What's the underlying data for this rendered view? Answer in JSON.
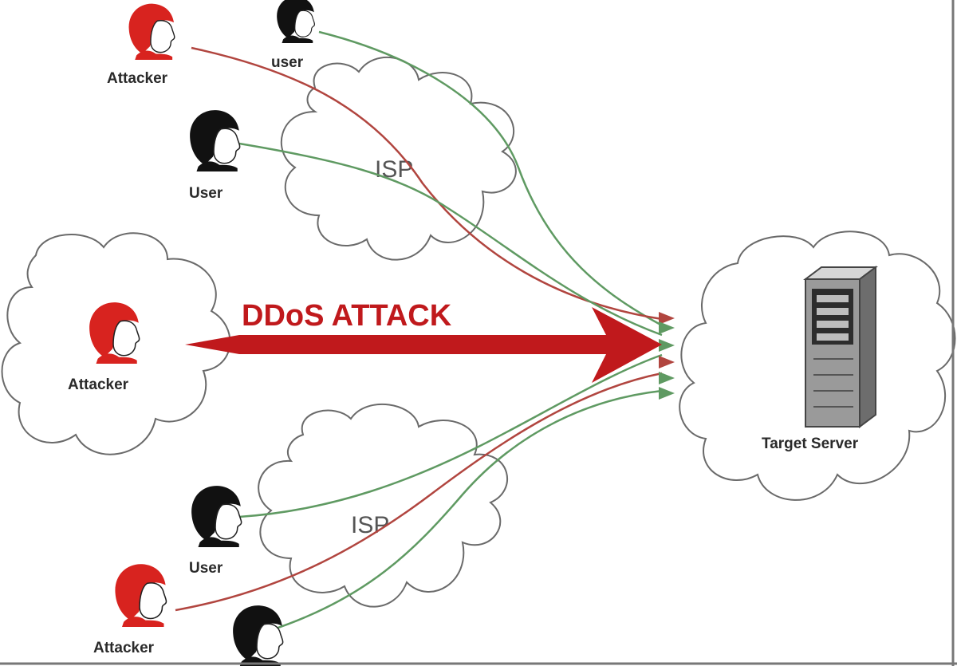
{
  "title": "DDoS ATTACK",
  "colors": {
    "attacker": "#d8231f",
    "attack_arrow": "#c0191c",
    "legit_traffic": "#5f9a62",
    "attack_traffic": "#b1453f",
    "user": "#111111",
    "cloud_stroke": "#6a6a6a",
    "server": "#9a9a9a"
  },
  "nodes": {
    "attacker_top": "Attacker",
    "user_top": "user",
    "user_upper": "User",
    "attacker_middle": "Attacker",
    "user_lower": "User",
    "attacker_bottom": "Attacker",
    "target": "Target Server"
  },
  "clouds": {
    "isp_upper": "ISP",
    "isp_lower": "ISP"
  },
  "icons": [
    "attacker-avatar-icon",
    "user-avatar-icon",
    "server-tower-icon",
    "network-cloud-icon"
  ]
}
